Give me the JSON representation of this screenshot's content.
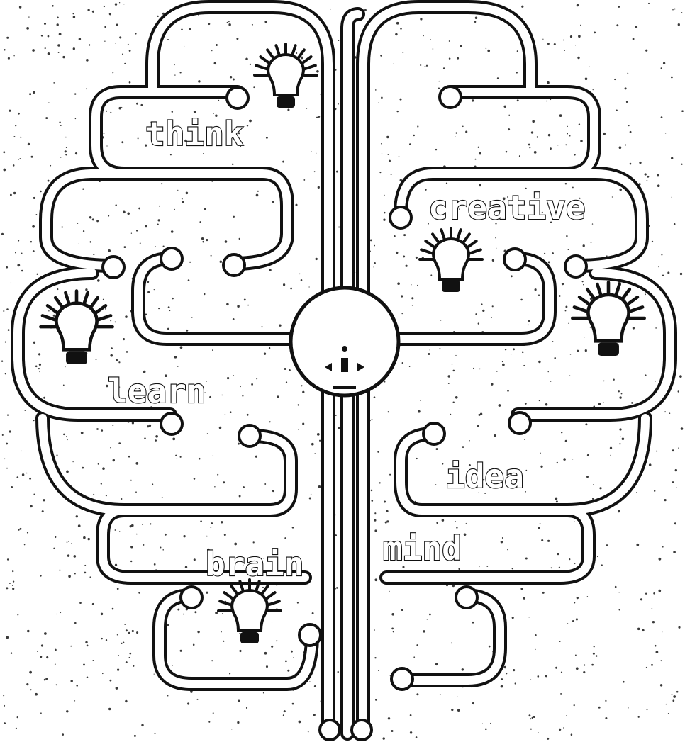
{
  "diagram": {
    "labels": {
      "think": "think",
      "creative": "creative",
      "learn": "learn",
      "idea": "idea",
      "brain": "brain",
      "mind": "mind"
    },
    "colors": {
      "line": "#111111",
      "background": "#ffffff",
      "specks": "#3a3a3a"
    },
    "icons": [
      "lightbulb-icon",
      "network-hub-icon"
    ]
  }
}
